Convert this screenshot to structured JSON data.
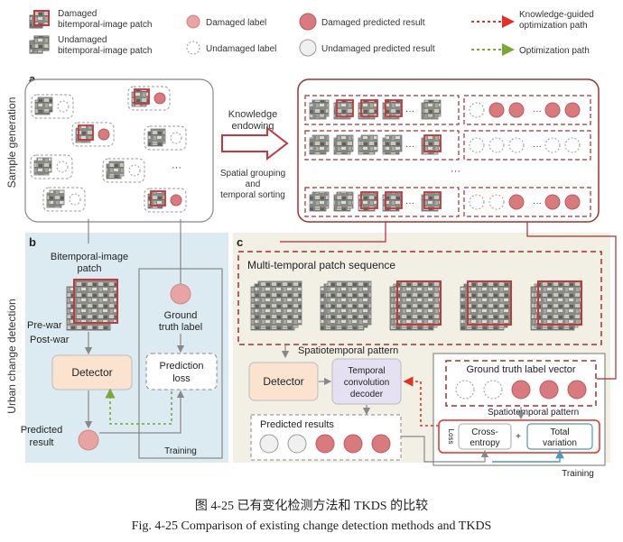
{
  "legend": {
    "damaged_patch_line1": "Damaged",
    "damaged_patch_line2": "bitemporal-image patch",
    "undamaged_patch_line1": "Undamaged",
    "undamaged_patch_line2": "bitemporal-image patch",
    "damaged_label": "Damaged label",
    "undamaged_label": "Undamaged label",
    "damaged_predicted": "Damaged predicted result",
    "undamaged_predicted": "Undamaged predicted result",
    "knowledge_path_line1": "Knowledge-guided",
    "knowledge_path_line2": "optimization path",
    "optimization_path": "Optimization path"
  },
  "side_labels": {
    "sample_generation": "Sample generation",
    "urban_change_detection": "Urban change detection"
  },
  "panel_a": {
    "letter": "a",
    "knowledge_line1": "Knowledge",
    "knowledge_line2": "endowing",
    "spatial_line1": "Spatial grouping",
    "spatial_line2": "and",
    "spatial_line3": "temporal sorting",
    "ellipsis": "···"
  },
  "panel_b": {
    "letter": "b",
    "bitemporal_line1": "Bitemporal-image",
    "bitemporal_line2": "patch",
    "prewar": "Pre-war",
    "postwar": "Post-war",
    "detector": "Detector",
    "ground_truth_line1": "Ground",
    "ground_truth_line2": "truth label",
    "prediction_loss_line1": "Prediction",
    "prediction_loss_line2": "loss",
    "predicted_line1": "Predicted",
    "predicted_line2": "result",
    "training": "Training"
  },
  "panel_c": {
    "letter": "c",
    "sequence_title": "Multi-temporal patch sequence",
    "spatiotemporal_pattern_1": "Spatiotemporal pattern",
    "detector": "Detector",
    "tcd_line1": "Temporal",
    "tcd_line2": "convolution",
    "tcd_line3": "decoder",
    "gt_vector": "Ground truth label vector",
    "spatiotemporal_pattern_2": "Spatiotemporal pattern",
    "predicted_results": "Predicted results",
    "loss": "Loss",
    "ce_line1": "Cross-",
    "ce_line2": "entropy",
    "plus": "+",
    "tv_line1": "Total",
    "tv_line2": "variation",
    "training": "Training"
  },
  "caption": {
    "zh": "图 4-25 已有变化检测方法和 TKDS 的比较",
    "en": "Fig. 4-25 Comparison of existing change detection methods and TKDS"
  },
  "colors": {
    "damaged_red": "#c0393f",
    "damaged_fill": "#d87a7e",
    "label_dot": "#e8a3a3",
    "knowledge_arrow": "#e0302a",
    "optimization_arrow": "#7aa63a",
    "panel_b_bg": "#dcebf1",
    "panel_c_bg": "#f2efe5",
    "detector_fill": "#fbe3d0",
    "tcd_fill": "#e6e1f2",
    "tv_border": "#4d9ab8"
  },
  "icons": [
    "image-patch-icon",
    "damaged-dot-icon",
    "undamaged-dot-icon",
    "dashed-arrow-icon"
  ]
}
